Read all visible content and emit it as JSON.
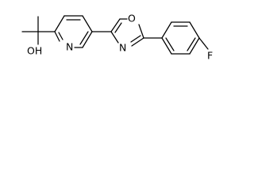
{
  "structure": {
    "atoms": {
      "hydroxyl": "OH",
      "pyridine_nitrogen": "N",
      "oxazole_nitrogen": "N",
      "oxazole_oxygen": "O",
      "fluorine": "F"
    },
    "colors": {
      "bond": "#000000",
      "label": "#000000",
      "background": "#ffffff"
    }
  }
}
